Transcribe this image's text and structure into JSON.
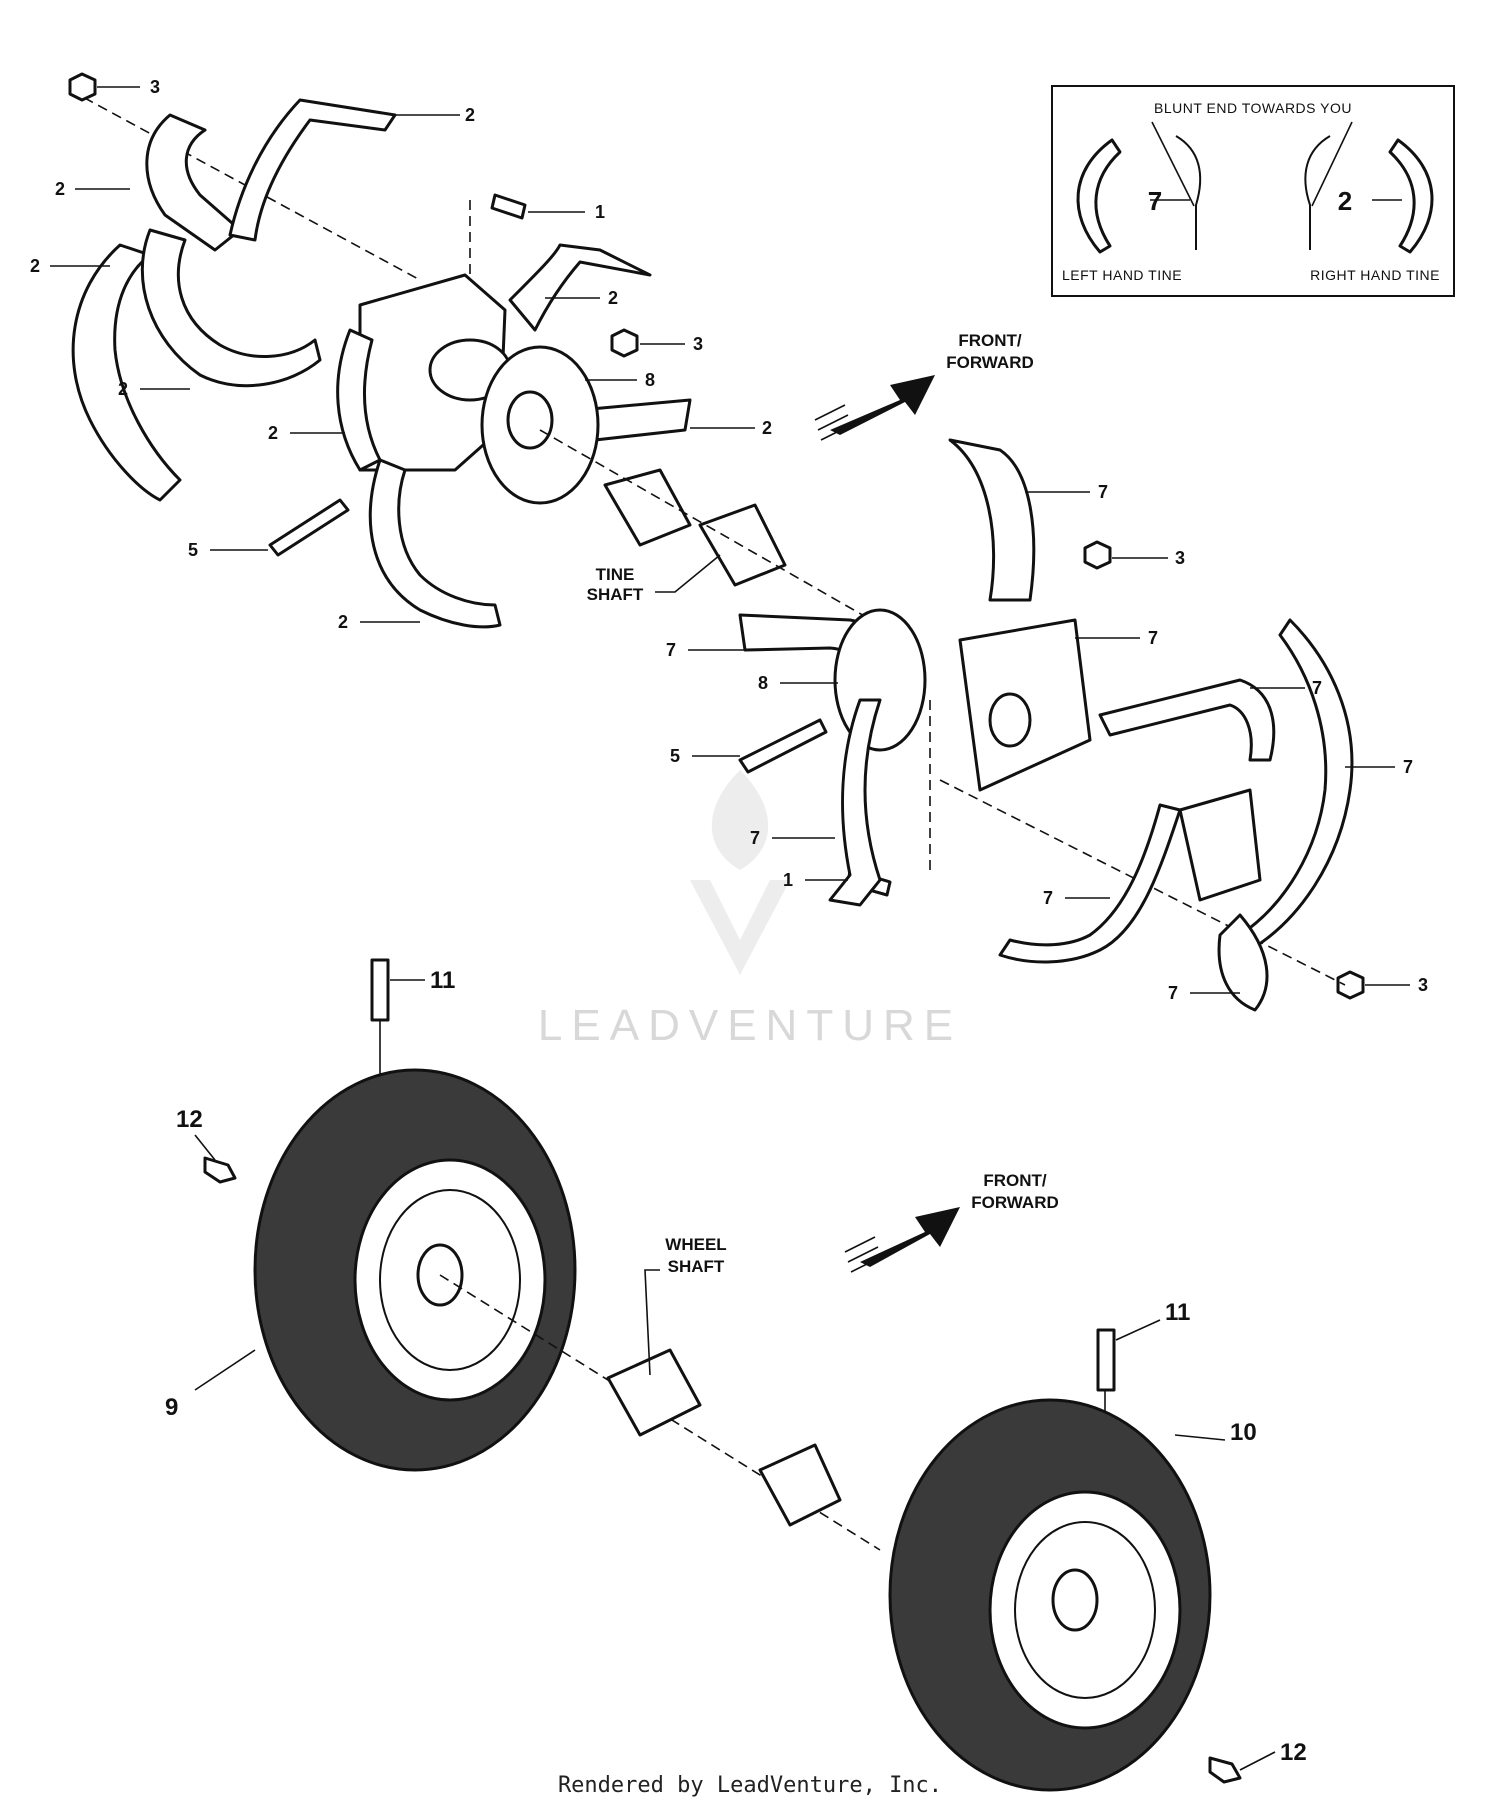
{
  "legend": {
    "title": "BLUNT END TOWARDS YOU",
    "left_number": "7",
    "right_number": "2",
    "left_caption": "LEFT HAND TINE",
    "right_caption": "RIGHT HAND TINE"
  },
  "notes": {
    "front_forward_upper": [
      "FRONT/",
      "FORWARD"
    ],
    "front_forward_lower": [
      "FRONT/",
      "FORWARD"
    ],
    "tine_shaft": [
      "TINE",
      "SHAFT"
    ],
    "wheel_shaft": [
      "WHEEL",
      "SHAFT"
    ]
  },
  "callouts": [
    {
      "id": "c3a",
      "text": "3"
    },
    {
      "id": "c2a",
      "text": "2"
    },
    {
      "id": "c2b",
      "text": "2"
    },
    {
      "id": "c1a",
      "text": "1"
    },
    {
      "id": "c2c",
      "text": "2"
    },
    {
      "id": "c2d",
      "text": "2"
    },
    {
      "id": "c3b",
      "text": "3"
    },
    {
      "id": "c8a",
      "text": "8"
    },
    {
      "id": "c2e",
      "text": "2"
    },
    {
      "id": "c2f",
      "text": "2"
    },
    {
      "id": "c2g",
      "text": "2"
    },
    {
      "id": "c5a",
      "text": "5"
    },
    {
      "id": "c2h",
      "text": "2"
    },
    {
      "id": "c7a",
      "text": "7"
    },
    {
      "id": "c3c",
      "text": "3"
    },
    {
      "id": "c7b",
      "text": "7"
    },
    {
      "id": "c7c",
      "text": "7"
    },
    {
      "id": "c8b",
      "text": "8"
    },
    {
      "id": "c7d",
      "text": "7"
    },
    {
      "id": "c5b",
      "text": "5"
    },
    {
      "id": "c7e",
      "text": "7"
    },
    {
      "id": "c7f",
      "text": "7"
    },
    {
      "id": "c1b",
      "text": "1"
    },
    {
      "id": "c7g",
      "text": "7"
    },
    {
      "id": "c7h",
      "text": "7"
    },
    {
      "id": "c3d",
      "text": "3"
    },
    {
      "id": "c11a",
      "text": "11"
    },
    {
      "id": "c12a",
      "text": "12"
    },
    {
      "id": "c9",
      "text": "9"
    },
    {
      "id": "c11b",
      "text": "11"
    },
    {
      "id": "c10",
      "text": "10"
    },
    {
      "id": "c12b",
      "text": "12"
    }
  ],
  "watermark": "LEADVENTURE",
  "footer": "Rendered by LeadVenture, Inc."
}
